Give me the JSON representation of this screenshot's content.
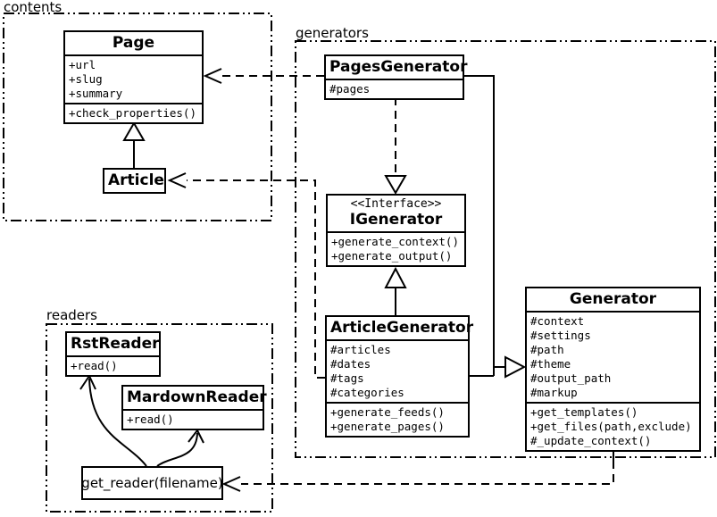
{
  "packages": {
    "contents": {
      "label": "contents"
    },
    "generators": {
      "label": "generators"
    },
    "readers": {
      "label": "readers"
    }
  },
  "classes": {
    "page": {
      "name": "Page",
      "attributes": [
        "+url",
        "+slug",
        "+summary"
      ],
      "methods": [
        "+check_properties()"
      ]
    },
    "article": {
      "name": "Article"
    },
    "pages_generator": {
      "name": "PagesGenerator",
      "attributes": [
        "#pages"
      ]
    },
    "igenerator": {
      "stereotype": "<<Interface>>",
      "name": "IGenerator",
      "methods": [
        "+generate_context()",
        "+generate_output()"
      ]
    },
    "article_generator": {
      "name": "ArticleGenerator",
      "attributes": [
        "#articles",
        "#dates",
        "#tags",
        "#categories"
      ],
      "methods": [
        "+generate_feeds()",
        "+generate_pages()"
      ]
    },
    "generator": {
      "name": "Generator",
      "attributes": [
        "#context",
        "#settings",
        "#path",
        "#theme",
        "#output_path",
        "#markup"
      ],
      "methods": [
        "+get_templates()",
        "+get_files(path,exclude)",
        "#_update_context()"
      ]
    },
    "rst_reader": {
      "name": "RstReader",
      "methods": [
        "+read()"
      ]
    },
    "mardown_reader": {
      "name": "MardownReader",
      "methods": [
        "+read()"
      ]
    },
    "get_reader": {
      "label": "get_reader(filename)"
    }
  },
  "colors": {
    "line": "#000000",
    "background": "#ffffff",
    "box_fill": "#ffffff"
  }
}
